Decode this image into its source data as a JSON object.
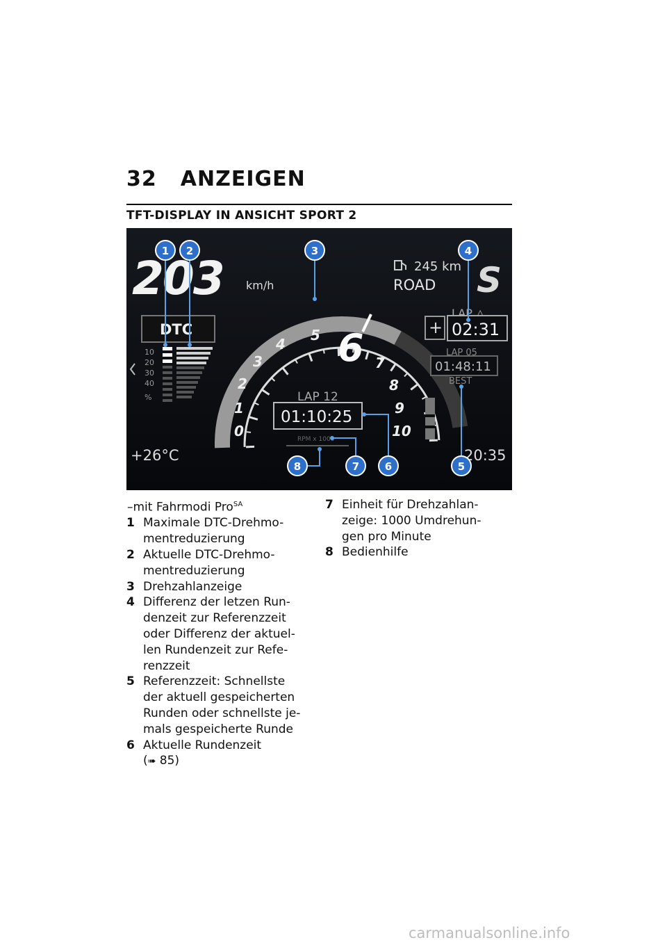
{
  "header": {
    "page_number": "32",
    "chapter": "ANZEIGEN"
  },
  "section_title": "TFT-DISPLAY IN ANSICHT SPORT 2",
  "display": {
    "speed": "203",
    "speed_unit": "km/h",
    "range": "245 km",
    "riding_mode": "ROAD",
    "mode_letter": "S",
    "dtc_label": "DTC",
    "dtc_scale": [
      "10",
      "20",
      "30",
      "40",
      "%"
    ],
    "rpm_numbers": [
      "0",
      "1",
      "2",
      "3",
      "4",
      "5",
      "6",
      "7",
      "8",
      "9",
      "10"
    ],
    "gear": "6",
    "current_lap_label": "LAP 12",
    "current_lap_time": "01:10:25",
    "delta_lap_label": "LAP △",
    "delta_plus": "+",
    "delta_time": "02:31",
    "best_lap_label": "LAP 05",
    "best_lap_time": "01:48:11",
    "best_label": "BEST",
    "rpm_unit": "RPM x 1000",
    "temperature": "+26°C",
    "clock": "20:35",
    "callouts": [
      "1",
      "2",
      "3",
      "4",
      "5",
      "6",
      "7",
      "8"
    ]
  },
  "note": {
    "text": "–mit Fahrmodi Pro",
    "sup": "SA"
  },
  "legend": [
    {
      "num": "1",
      "text": "Maximale DTC-Drehmo-\nmentreduzierung"
    },
    {
      "num": "2",
      "text": "Aktuelle DTC-Drehmo-\nmentreduzierung"
    },
    {
      "num": "3",
      "text": "Drehzahlanzeige"
    },
    {
      "num": "4",
      "text": "Differenz der letzen Run-\ndenzeit zur Referenzzeit\noder Differenz der aktuel-\nlen Rundenzeit zur Refe-\nrenzzeit"
    },
    {
      "num": "5",
      "text": "Referenzzeit: Schnellste\nder aktuell gespeicherten\nRunden oder schnellste je-\nmals gespeicherte Runde"
    },
    {
      "num": "6",
      "text": "Aktuelle Rundenzeit",
      "ref_arrow": "➠",
      "ref_page": "85"
    },
    {
      "num": "7",
      "text": "Einheit für Drehzahlan-\nzeige: 1000 Umdrehun-\ngen pro Minute"
    },
    {
      "num": "8",
      "text": "Bedienhilfe"
    }
  ],
  "watermark": "carmanualsonline.info"
}
